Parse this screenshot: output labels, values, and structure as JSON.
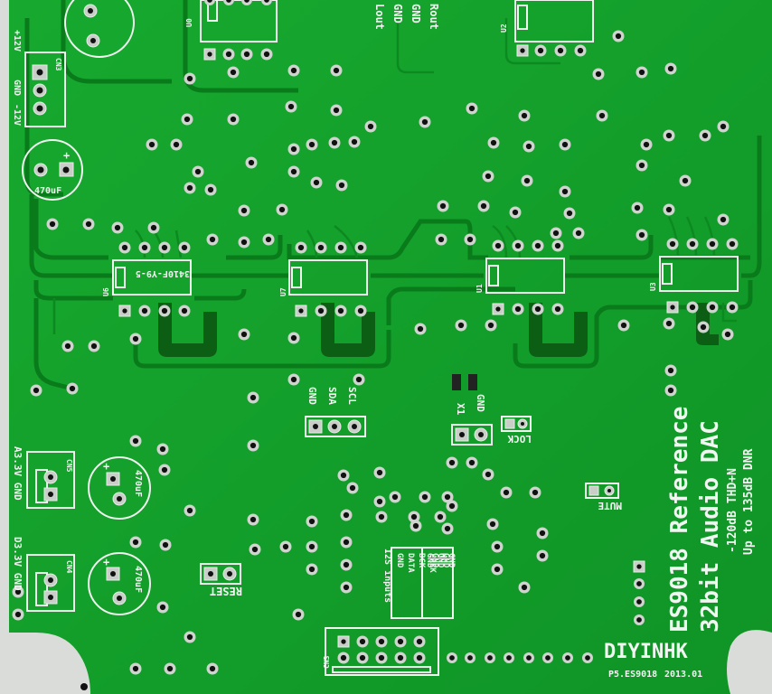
{
  "board": {
    "title_line1": "ES9018 Reference",
    "title_line2": "32bit Audio DAC",
    "spec_line1": "-120dB THD+N",
    "spec_line2": "Up to 135dB DNR",
    "brand": "DIYINHK",
    "part_no": "P5.ES9018",
    "date": "2013.01",
    "colors": {
      "soldermask": "#13a22b",
      "soldermask_dark": "#0d8a22",
      "silkscreen": "#f2f6f2",
      "pad": "#c9cec9",
      "background": "#d9dcd8"
    }
  },
  "labels": {
    "out_lout": "Lout",
    "out_gnd1": "GND",
    "out_gnd2": "GND",
    "out_rout": "Rout",
    "u0": "U0",
    "u2": "U2",
    "u6": "U6",
    "u7": "U7",
    "u1": "U1",
    "u3": "U3",
    "u6_part": "3410F-Y9-5",
    "pwr_plus": "+12V",
    "pwr_gnd": "GND",
    "pwr_minus": "-12V",
    "cap1": "470uF",
    "cap2": "470uF",
    "cap3": "470uF",
    "cn5": "CN5",
    "cn4": "CN4",
    "cn3": "CN3",
    "cn_top": "CN3",
    "a33": "A3.3V GND",
    "d33": "D3.3V GND",
    "i2c_gnd": "GND",
    "i2c_sda": "SDA",
    "i2c_scl": "SCL",
    "x1": "X1",
    "x1_gnd": "GND",
    "lock": "LOCK",
    "mute": "MUTE",
    "reset": "RESET",
    "i2s_title": "I2S inputs",
    "i2s_rows": [
      [
        "GND",
        "GND"
      ],
      [
        "DATA",
        "GND"
      ],
      [
        "BCK",
        "GND"
      ],
      [
        "LRCK",
        "GND"
      ],
      [
        "NC",
        "GND"
      ]
    ]
  }
}
